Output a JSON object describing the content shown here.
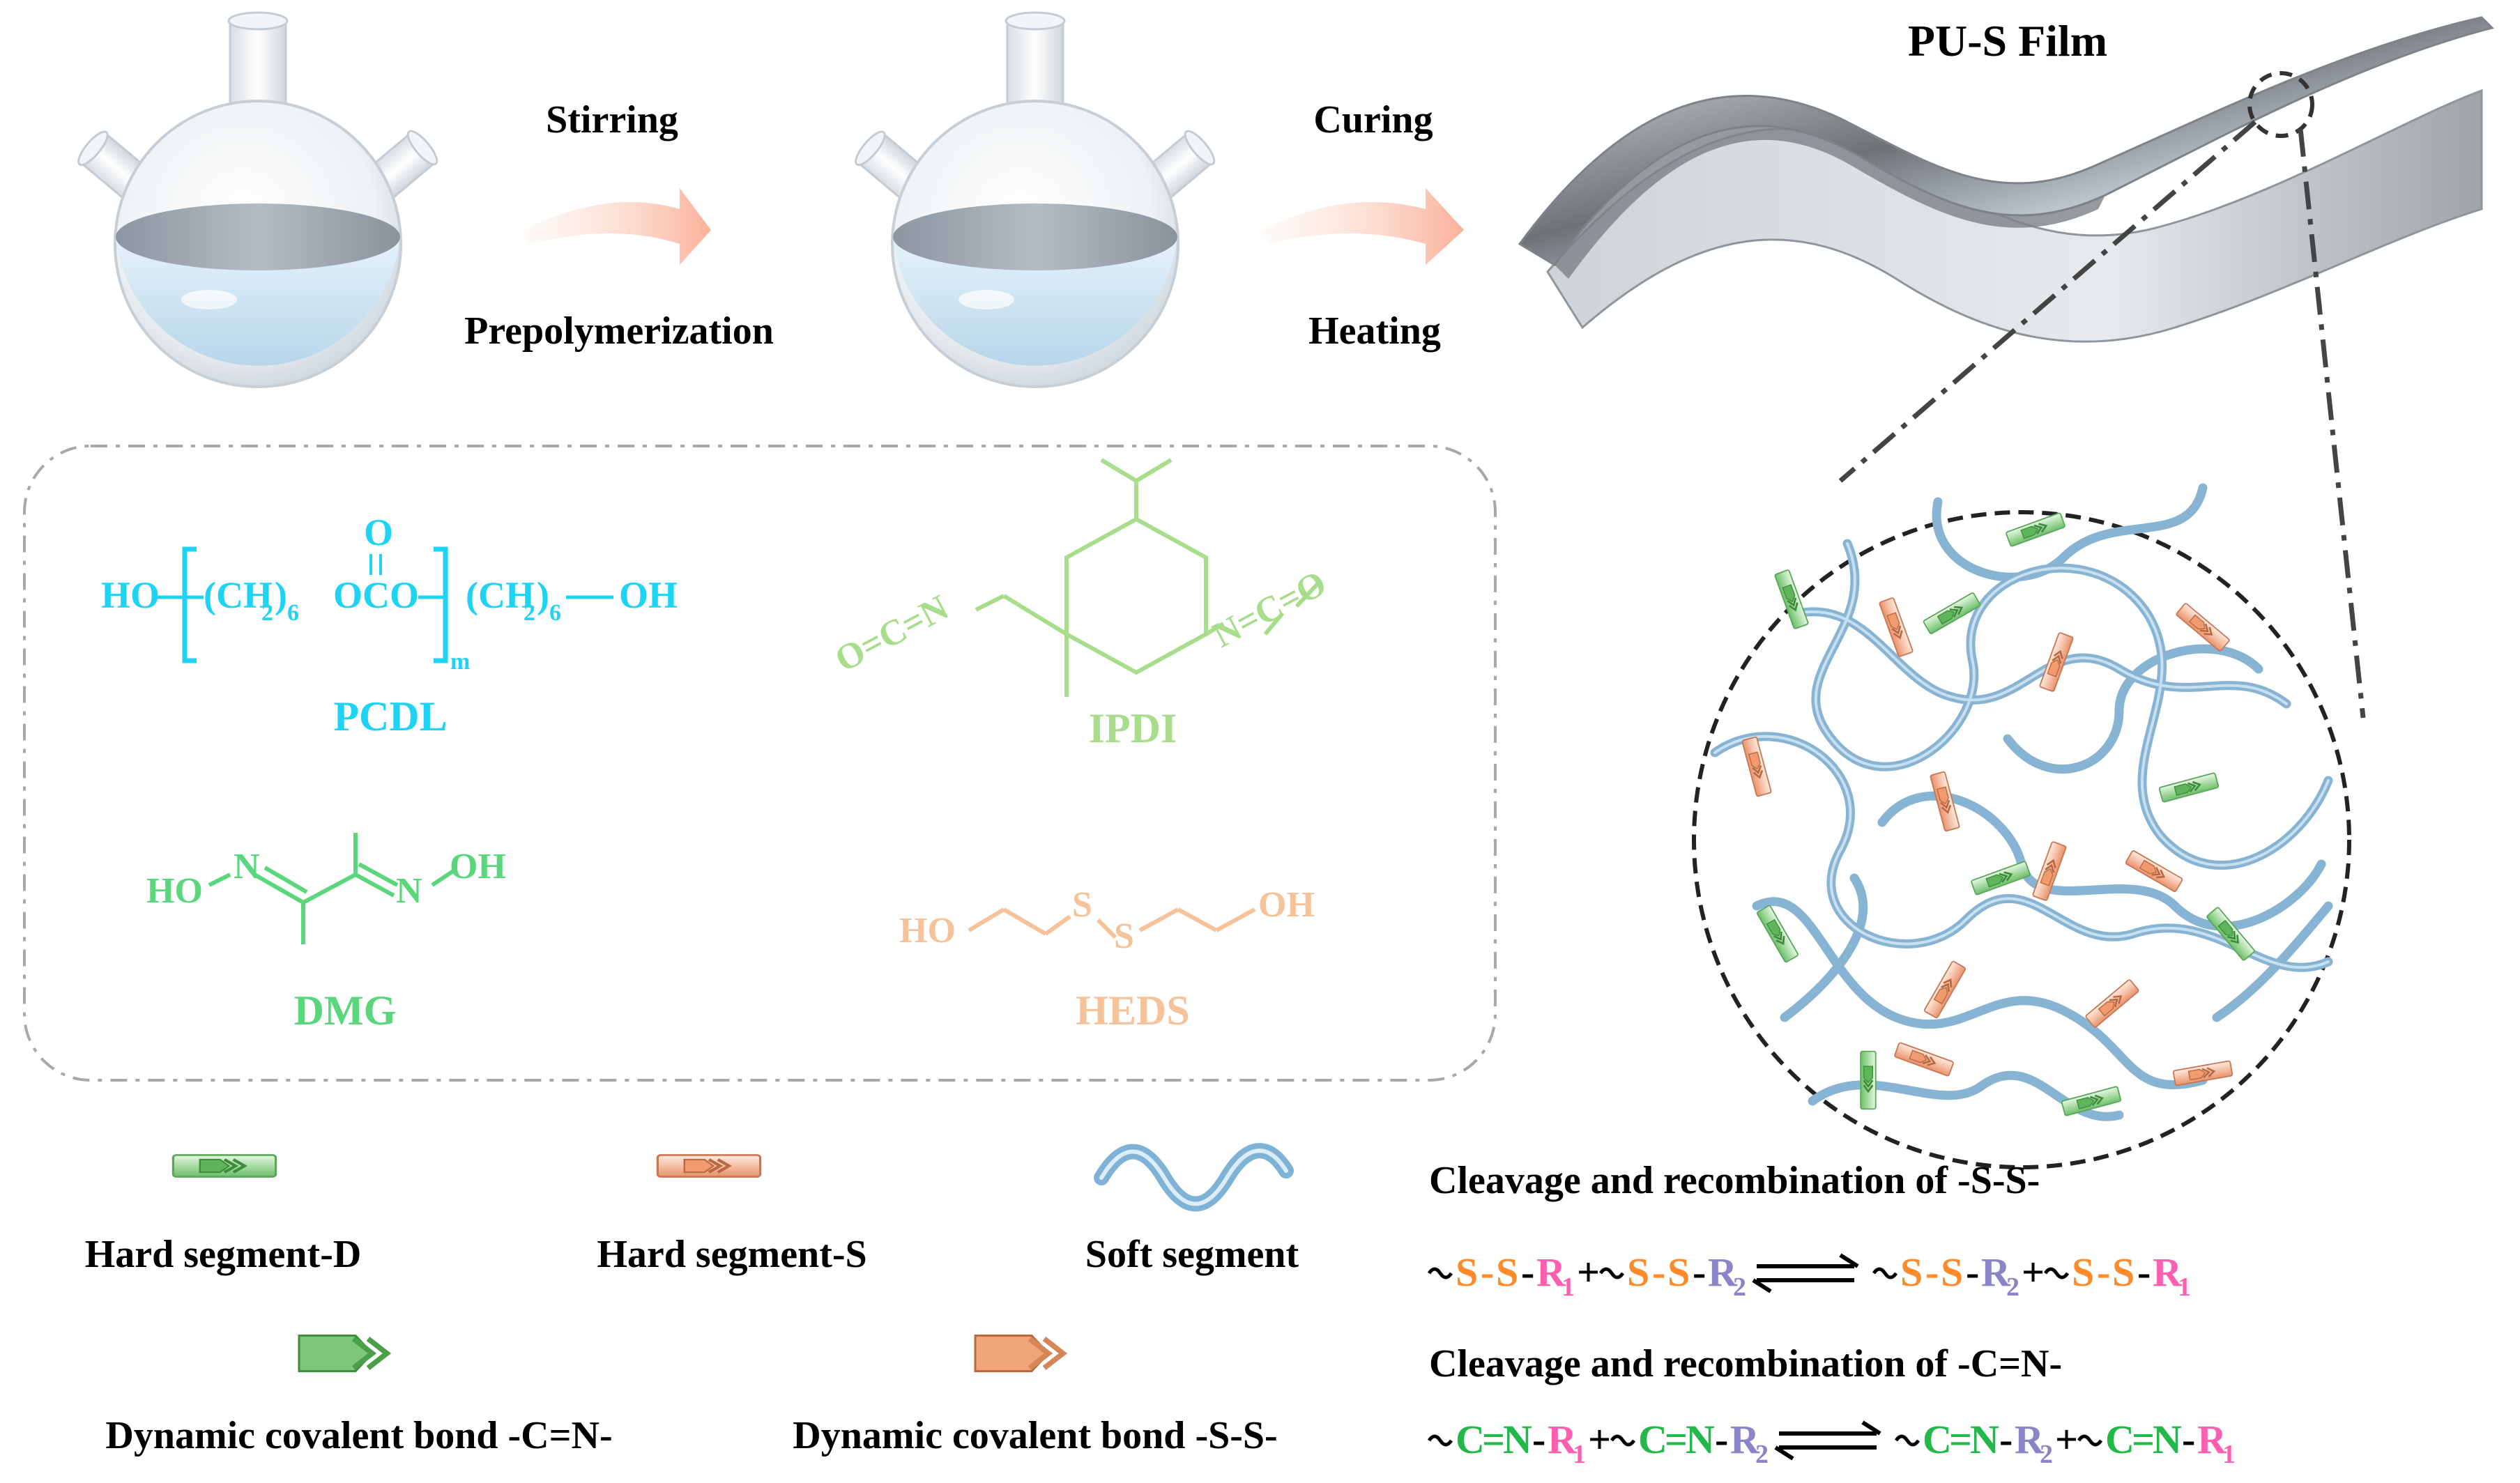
{
  "process": {
    "step1_top": "Stirring",
    "step1_bottom": "Prepolymerization",
    "step2_top": "Curing",
    "step2_bottom": "Heating",
    "film_title": "PU-S Film"
  },
  "molecules": {
    "pcdl": {
      "name": "PCDL",
      "ho_left": "HO",
      "ch2_a": "(CH",
      "sub2": "2",
      "sub6": "6",
      "close_paren": ")",
      "oco": "OCO",
      "o_top": "O",
      "ch2_b": "(CH",
      "oh_right": "OH",
      "m": "m",
      "color": "#1fd3f5"
    },
    "ipdi": {
      "name": "IPDI",
      "left_group": "O=C=N",
      "right_group": "N=C=O",
      "color": "#a8dd8c"
    },
    "dmg": {
      "name": "DMG",
      "ho": "HO",
      "n1": "N",
      "n2": "N",
      "oh": "OH",
      "color": "#5ad67c"
    },
    "heds": {
      "name": "HEDS",
      "ho": "HO",
      "s1": "S",
      "s2": "S",
      "oh": "OH",
      "color": "#f6c29a"
    }
  },
  "legend": {
    "hard_segment_d": "Hard segment-D",
    "hard_segment_s": "Hard segment-S",
    "soft_segment": "Soft segment",
    "dyn_cn": "Dynamic covalent bond -C=N-",
    "dyn_ss": "Dynamic covalent bond -S-S-"
  },
  "reactions": {
    "ss_title": "Cleavage and recombination of -S-S-",
    "cn_title": "Cleavage and recombination of -C=N-",
    "wave": "~",
    "s": "S",
    "dash": "-",
    "c": "C",
    "eq": "=",
    "n": "N",
    "r": "R",
    "sub1": "1",
    "sub2": "2",
    "plus": "+",
    "colors": {
      "s": "#ff8a2a",
      "cn": "#22b84a",
      "r1": "#ff5fae",
      "r2": "#8a84c8"
    }
  },
  "colors": {
    "flask_liquid": "#cfe6f5",
    "arrow": "#fbb79a",
    "tube": "#a8c9e0",
    "film": "#b9c4cc",
    "hard_d": "#8fd18a",
    "hard_s": "#f1a98a"
  }
}
